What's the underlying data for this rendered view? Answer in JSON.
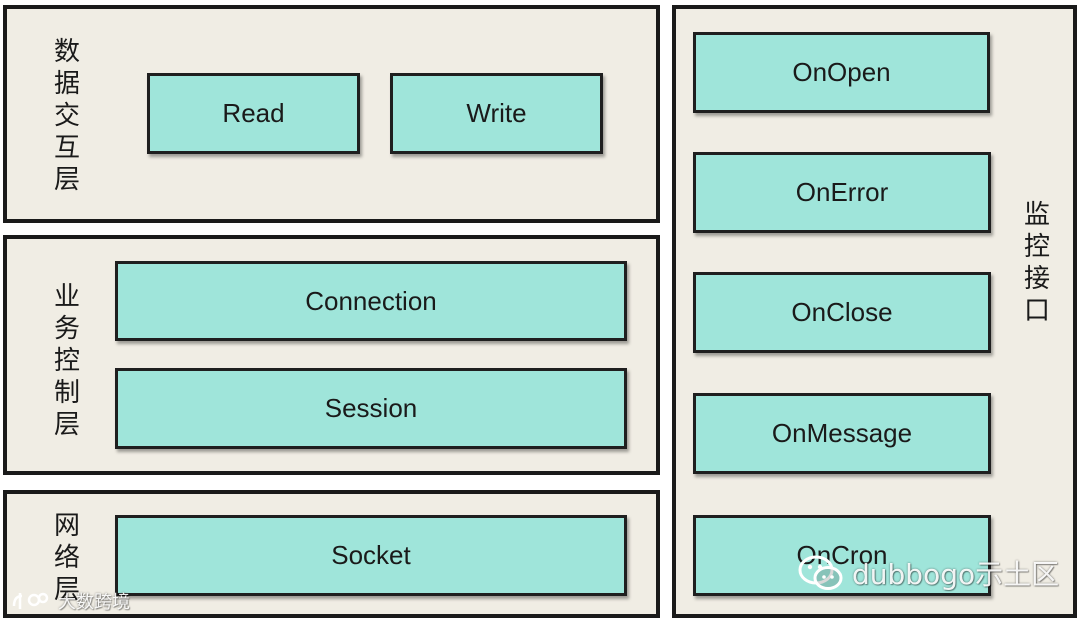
{
  "layers": {
    "data_interaction": {
      "label": [
        "数",
        "据",
        "交",
        "互",
        "层"
      ],
      "boxes": [
        "Read",
        "Write"
      ]
    },
    "business_control": {
      "label": [
        "业",
        "务",
        "控",
        "制",
        "层"
      ],
      "boxes": [
        "Connection",
        "Session"
      ]
    },
    "network": {
      "label": [
        "网",
        "络",
        "层"
      ],
      "boxes": [
        "Socket"
      ]
    },
    "monitor": {
      "label": [
        "监",
        "控",
        "接",
        "口"
      ],
      "boxes": [
        "OnOpen",
        "OnError",
        "OnClose",
        "OnMessage",
        "OnCron"
      ]
    }
  },
  "watermarks": {
    "bottom_left": "大数跨境",
    "bottom_right": "dubbogo示土区"
  },
  "colors": {
    "layer_bg": "#f0ede4",
    "box_bg": "#9fe5da",
    "border": "#1a1a1a"
  }
}
